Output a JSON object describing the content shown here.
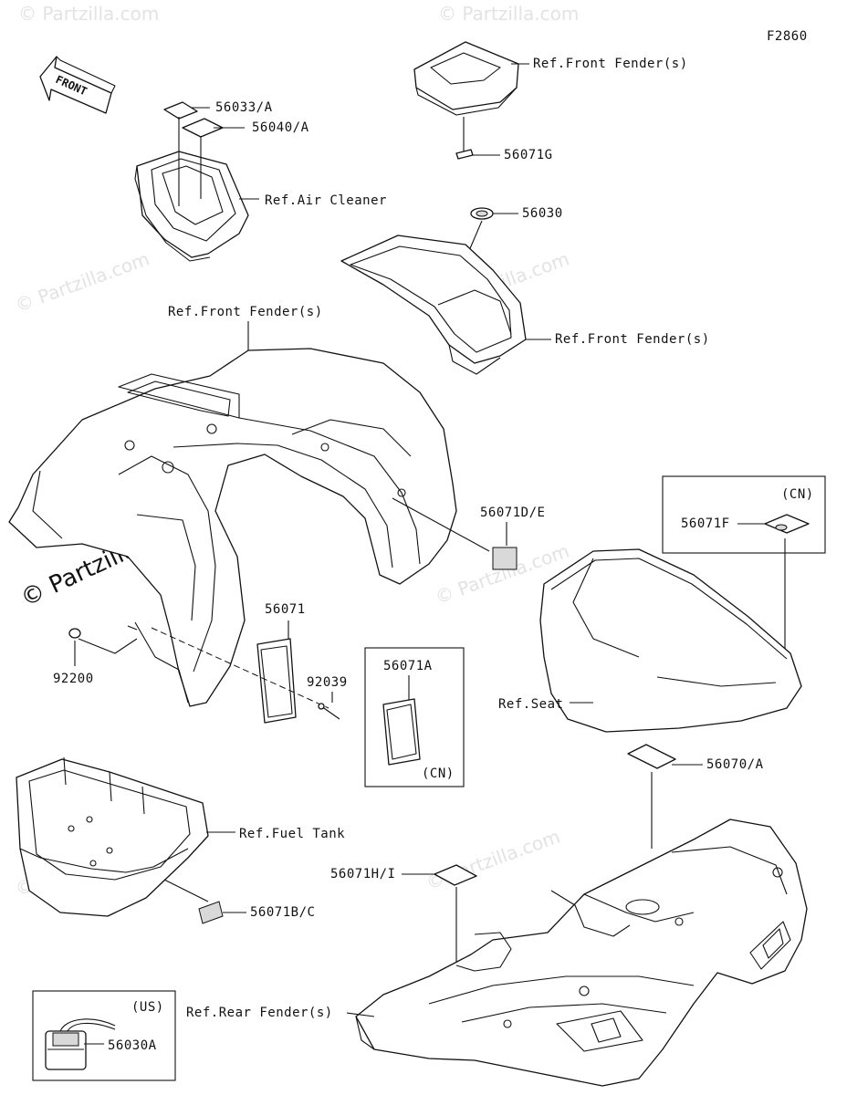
{
  "diagram_code": "F2860",
  "front_arrow": "FRONT",
  "watermark": "© Partzilla.com",
  "labels": {
    "p56033A": "56033/A",
    "p56040A": "56040/A",
    "air_cleaner": "Ref.Air Cleaner",
    "front_fender_top": "Ref.Front Fender(s)",
    "p56071G": "56071G",
    "p56030": "56030",
    "front_fender_mid": "Ref.Front Fender(s)",
    "front_fender_main": "Ref.Front Fender(s)",
    "p56071DE": "56071D/E",
    "cn1": "(CN)",
    "p56071F": "56071F",
    "p56071": "56071",
    "p92039": "92039",
    "p92200": "92200",
    "p56071A": "56071A",
    "cn2": "(CN)",
    "seat": "Ref.Seat",
    "p56070A": "56070/A",
    "fuel_tank": "Ref.Fuel Tank",
    "p56071BC": "56071B/C",
    "p56071HI": "56071H/I",
    "rear_fender": "Ref.Rear Fender(s)",
    "us": "(US)",
    "p56030A": "56030A"
  },
  "icons": {
    "front_arrow": "front-direction-arrow-icon"
  }
}
